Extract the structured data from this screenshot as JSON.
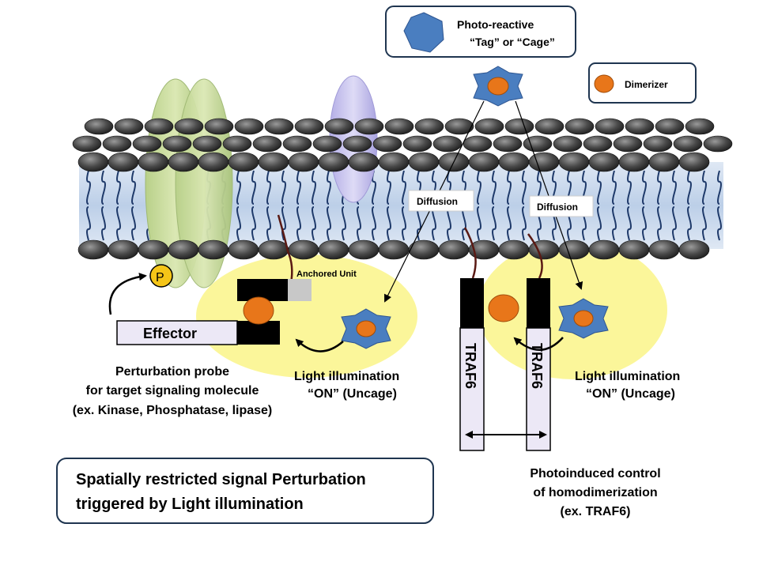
{
  "legend": {
    "tag_line1": "Photo-reactive",
    "tag_line2": "“Tag” or “Cage”",
    "dimerizer": "Dimerizer"
  },
  "membrane": {
    "diffusion_left": "Diffusion",
    "diffusion_right": "Diffusion"
  },
  "left_module": {
    "phospho": "P",
    "effector": "Effector",
    "anchored_unit": "Anchored Unit",
    "light_line1": "Light illumination",
    "light_line2": "“ON” (Uncage)",
    "probe_line1": "Perturbation probe",
    "probe_line2": "for target signaling  molecule",
    "probe_line3": "(ex.  Kinase, Phosphatase,  lipase)"
  },
  "right_module": {
    "traf_left": "TRAF6",
    "traf_right": "TRAF6",
    "light_line1": "Light illumination",
    "light_line2": "“ON” (Uncage)",
    "control_line1": "Photoinduced  control",
    "control_line2": "of homodimerization",
    "control_line3": "(ex.  TRAF6)"
  },
  "summary": {
    "line1": "Spatially restricted signal Perturbation",
    "line2": "triggered by Light illumination"
  },
  "colors": {
    "membrane_band": "#c9d9ee",
    "lipid_head": "#4a4a4a",
    "lipid_tail": "#1f3a6a",
    "yellow_area": "#fbf69a",
    "dimerizer": "#e8761a",
    "tag": "#4a7ec0",
    "protein_green": "#c9dc9a",
    "protein_lavender": "#c7c3ea"
  }
}
